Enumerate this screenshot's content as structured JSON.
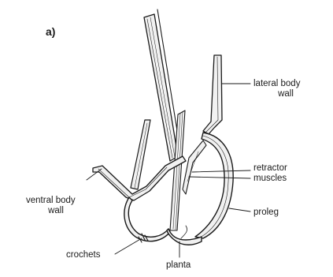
{
  "panel_label": "a)",
  "labels": {
    "lateral_body_wall": [
      "lateral body",
      "wall"
    ],
    "retractor_muscles": [
      "retractor",
      "muscles"
    ],
    "ventral_body_wall": [
      "ventral body",
      "wall"
    ],
    "proleg": "proleg",
    "crochets": "crochets",
    "planta": "planta"
  },
  "colors": {
    "ink": "#1a1a1a",
    "wall_fill": "#f1f1f1",
    "background": "#ffffff"
  }
}
